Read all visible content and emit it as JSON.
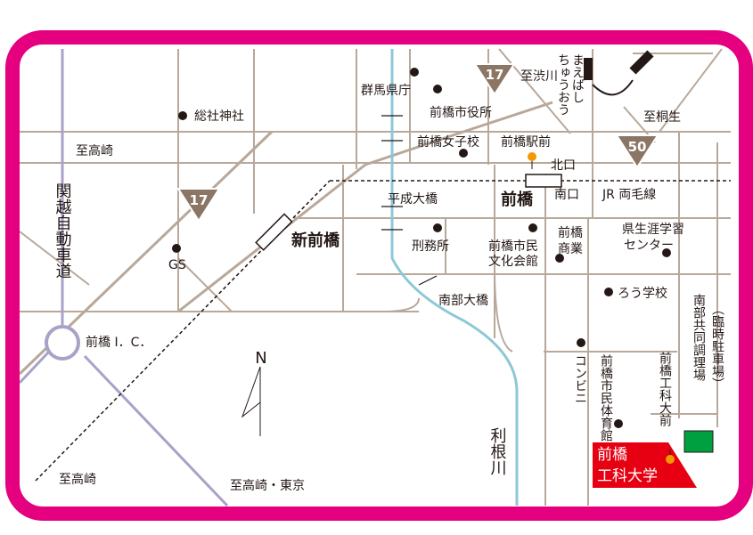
{
  "colors": {
    "frame": "#e4007f",
    "road": "#b8a89a",
    "river": "#8dc8d8",
    "expressway": "#a8a2c8",
    "destination": "#e60012",
    "parking": "#00a040",
    "route_shield": "#8b7565"
  },
  "roads": {
    "expressway_name": "関越自動車道",
    "ic_name": "前橋 I．C．",
    "route_17": "17",
    "route_50": "50"
  },
  "directions": {
    "shibukawa": "至渋川",
    "takasaki_top": "至高崎",
    "takasaki_bottom": "至高崎",
    "takasaki_tokyo": "至高崎・東京",
    "kiryu": "至桐生"
  },
  "rail": {
    "shin_maebashi": "新前橋",
    "maebashi": "前橋",
    "jr_ryomo": "JR 両毛線",
    "kitaguchi": "北口",
    "minamiguchi": "南口",
    "chuo_line": "ちゅうおう",
    "chuo_line2": "まえばし"
  },
  "landmarks": {
    "sosha": "総社神社",
    "gunma_pref": "群馬県庁",
    "city_hall": "前橋市役所",
    "girls_school": "前橋女子校",
    "station_front": "前橋駅前",
    "heisei_bridge": "平成大橋",
    "prison": "刑務所",
    "bunka_line1": "前橋市民",
    "bunka_line2": "文化会館",
    "shogyo_line1": "前橋",
    "shogyo_line2": "商業",
    "gakushu_line1": "県生涯学習",
    "gakushu_line2": "センター",
    "gs": "GS",
    "nanbu_bridge": "南部大橋",
    "deaf_school": "ろう学校",
    "conbini": "コンビニ",
    "gym": "前橋市民体育館",
    "koka_mae": "前橋工科大前",
    "kyodo_line1": "南部共同調理場",
    "kyodo_note": "（臨時駐車場）",
    "river": "利根川",
    "north": "N"
  },
  "destination": {
    "line1": "前橋",
    "line2": "工科大学"
  }
}
